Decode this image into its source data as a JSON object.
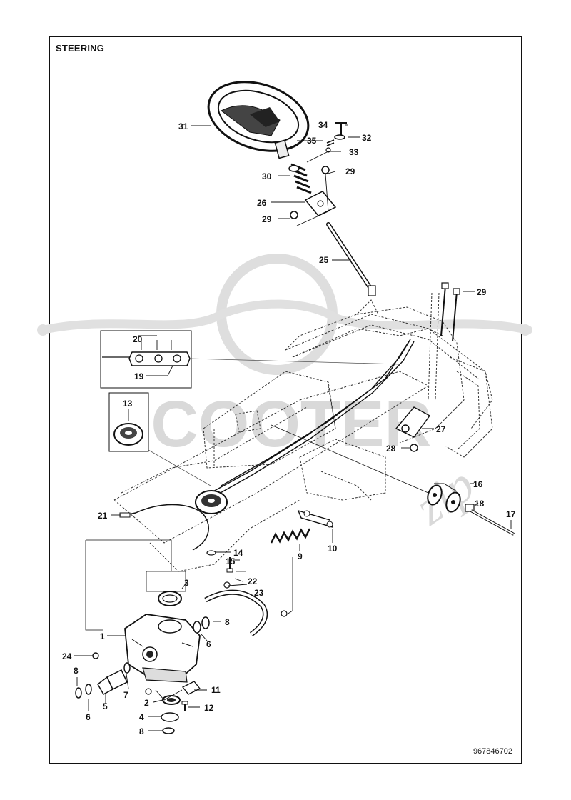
{
  "title": "STEERING",
  "part_number": "967846702",
  "watermark": {
    "brand": "SCOOTER",
    "script": "zip",
    "color": "#d9d9d9"
  },
  "labels": {
    "l1": "1",
    "l2": "2",
    "l3": "3",
    "l4": "4",
    "l5": "5",
    "l6a": "6",
    "l6b": "6",
    "l7": "7",
    "l8a": "8",
    "l8b": "8",
    "l8c": "8",
    "l9": "9",
    "l10": "10",
    "l11": "11",
    "l12": "12",
    "l13": "13",
    "l14": "14",
    "l15": "15",
    "l16": "16",
    "l17": "17",
    "l18": "18",
    "l19": "19",
    "l20": "20",
    "l21": "21",
    "l22": "22",
    "l23": "23",
    "l24": "24",
    "l25": "25",
    "l26": "26",
    "l27": "27",
    "l28": "28",
    "l29a": "29",
    "l29b": "29",
    "l29c": "29",
    "l30": "30",
    "l31": "31",
    "l32": "32",
    "l33": "33",
    "l34": "34",
    "l35": "35"
  }
}
